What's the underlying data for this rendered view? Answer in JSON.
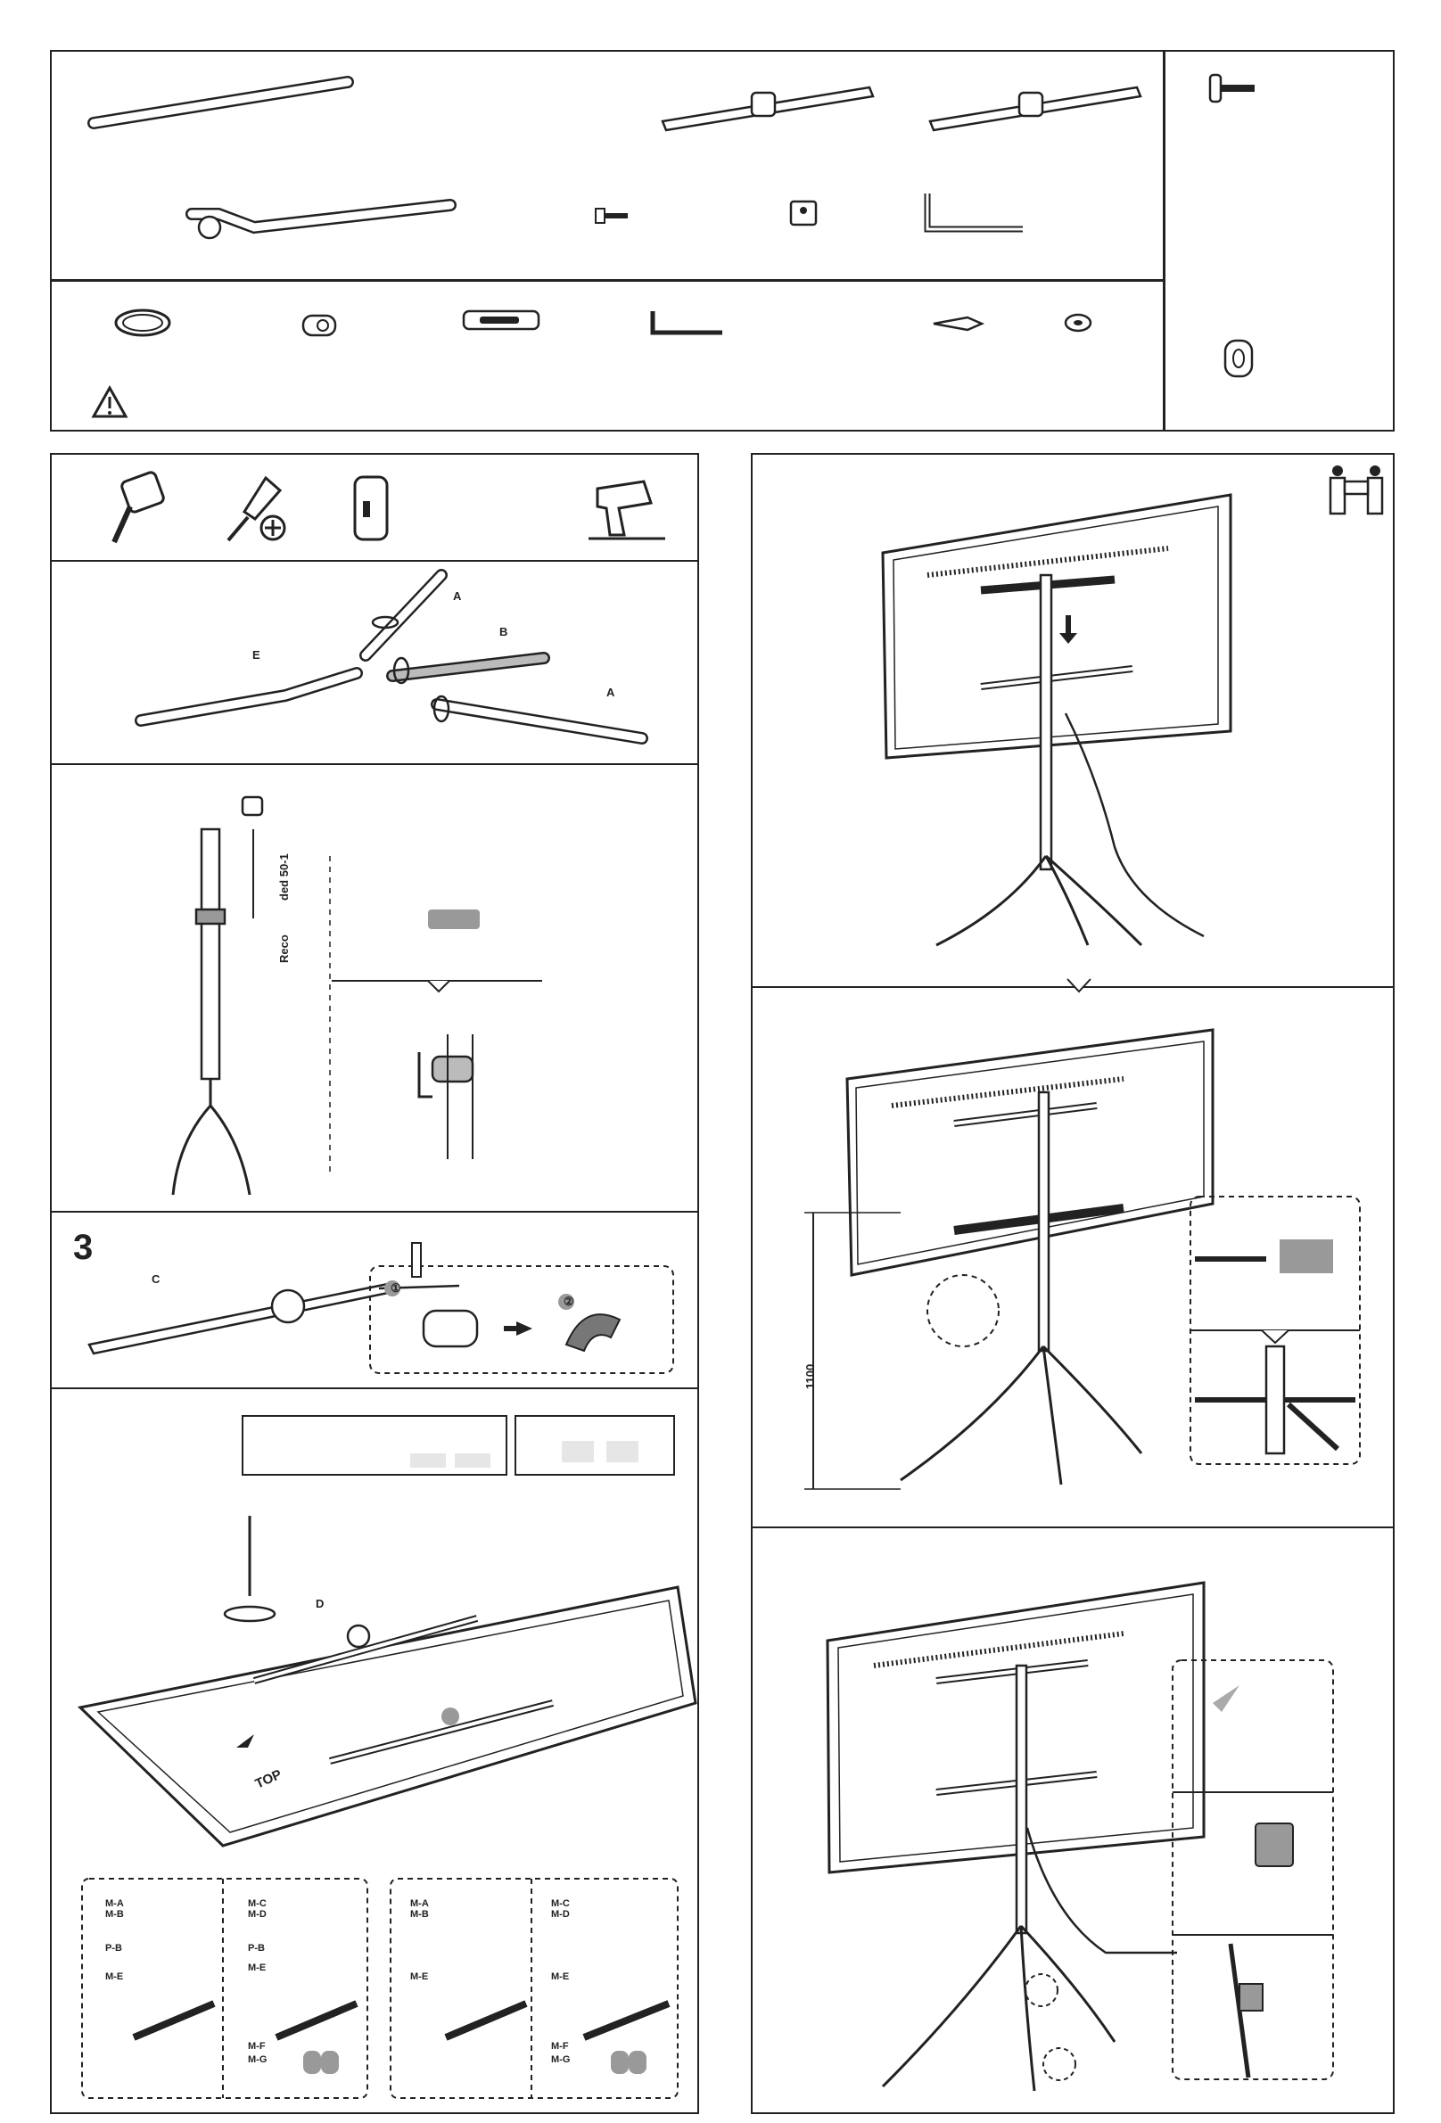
{
  "step3": {
    "number": "3"
  },
  "labels": {
    "a_top": "A",
    "a_bottom": "A",
    "b": "B",
    "e": "E",
    "c": "C",
    "d": "D",
    "reco": "Reco",
    "ded": "ded 50-1",
    "height": "1100",
    "top": "TOP"
  },
  "callouts": {
    "c1": "①",
    "c2": "②"
  },
  "hardware": {
    "d1": [
      "M-A",
      "M-B",
      "P-B",
      "M-E"
    ],
    "d2": [
      "M-C",
      "M-D",
      "P-B",
      "M-E",
      "M-F",
      "M-G"
    ],
    "d3": [
      "M-A",
      "M-B",
      "M-E"
    ],
    "d4": [
      "M-C",
      "M-D",
      "M-E",
      "M-F",
      "M-G"
    ]
  },
  "icons": {
    "warning": "warning-triangle-icon",
    "two_person": "two-person-lift-icon",
    "tools": [
      "tape-measure-icon",
      "phillips-screwdriver-icon",
      "stud-finder-icon",
      "power-drill-icon"
    ]
  },
  "colors": {
    "ink": "#222222",
    "gray": "#8a8a8a",
    "light": "#cfcfcf"
  }
}
